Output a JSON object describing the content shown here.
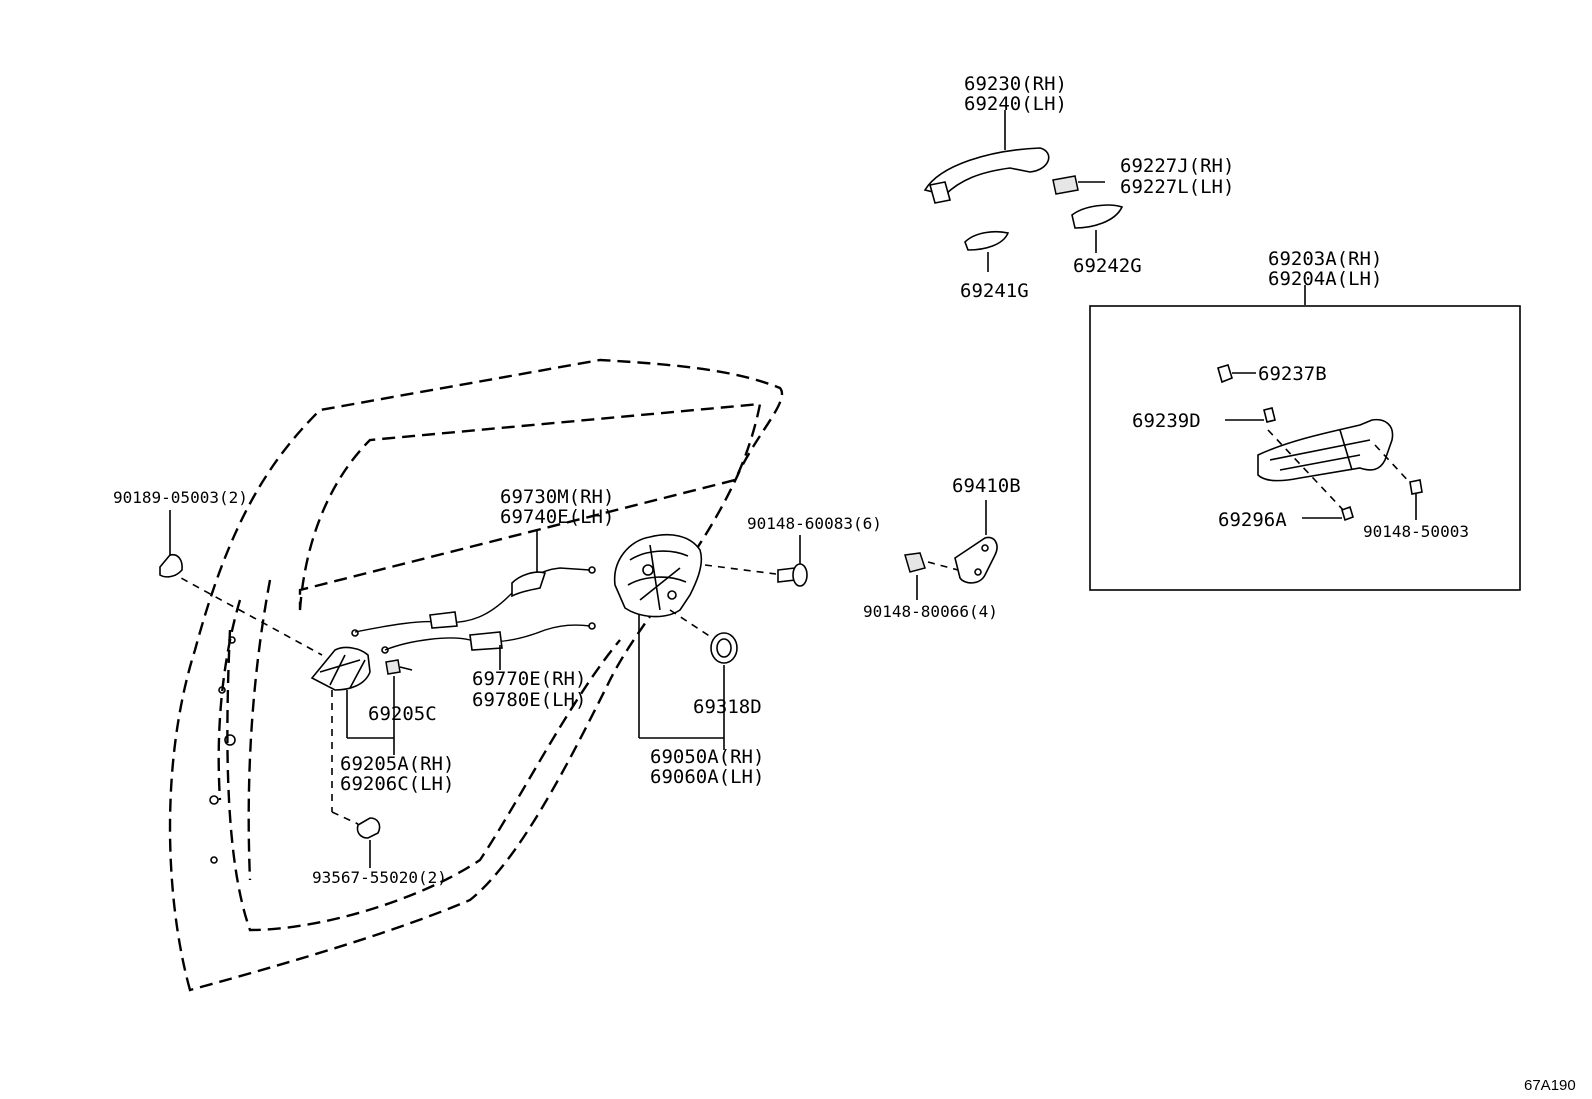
{
  "labels": {
    "p69230": "69230(RH)",
    "p69240": "69240(LH)",
    "p69227j": "69227J(RH)",
    "p69227l": "69227L(LH)",
    "p69242g": "69242G",
    "p69241g": "69241G",
    "p69203a": "69203A(RH)",
    "p69204a": "69204A(LH)",
    "p69237b": "69237B",
    "p69239d": "69239D",
    "p69296a": "69296A",
    "p90148_50003": "90148-50003",
    "p69410b": "69410B",
    "p90148_60083": "90148-60083(6)",
    "p90148_80066": "90148-80066(4)",
    "p90189": "90189-05003(2)",
    "p69730m": "69730M(RH)",
    "p69740e": "69740E(LH)",
    "p69770e": "69770E(RH)",
    "p69780e": "69780E(LH)",
    "p69205c": "69205C",
    "p69205a": "69205A(RH)",
    "p69206c": "69206C(LH)",
    "p69318d": "69318D",
    "p69050a": "69050A(RH)",
    "p69060a": "69060A(LH)",
    "p93567": "93567-55020(2)"
  },
  "diagram_ref": "67A190"
}
